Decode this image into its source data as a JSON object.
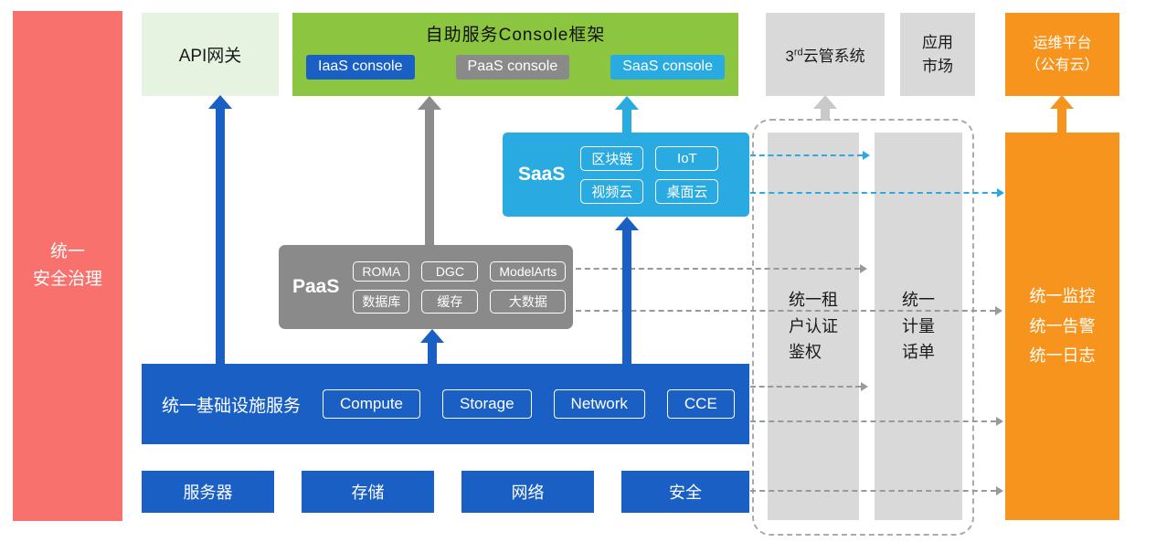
{
  "colors": {
    "red": "#F8716C",
    "lightgreen": "#E6F3E1",
    "green": "#8CC540",
    "blue": "#1A5FC4",
    "lightblue": "#29ABE2",
    "gray": "#8A8A8A",
    "lightgray": "#D9D9D9",
    "orange": "#F7941E",
    "dash": "#999999",
    "arrowlight": "#C9C9C9",
    "ink": "#1A1A1A"
  },
  "left": {
    "security_governance": "统一\n安全治理"
  },
  "top": {
    "api_gateway": "API网关",
    "console_framework": {
      "title": "自助服务Console框架",
      "iaas": "IaaS console",
      "paas": "PaaS console",
      "saas": "SaaS console"
    },
    "third_party_cmp": {
      "prefix": "3",
      "sup": "rd",
      "rest": "云管系统"
    },
    "app_market": "应用\n市场",
    "om_platform": "运维平台\n（公有云）"
  },
  "saas": {
    "label": "SaaS",
    "chips": [
      "区块链",
      "IoT",
      "视频云",
      "桌面云"
    ]
  },
  "paas": {
    "label": "PaaS",
    "chips": [
      "ROMA",
      "DGC",
      "ModelArts",
      "数据库",
      "缓存",
      "大数据"
    ]
  },
  "iaas": {
    "label": "统一基础设施服务",
    "chips": [
      "Compute",
      "Storage",
      "Network",
      "CCE"
    ]
  },
  "hardware": [
    "服务器",
    "存储",
    "网络",
    "安全"
  ],
  "right": {
    "tenant_auth": "统一租\n户认证\n鉴权",
    "metering": "统一\n计量\n话单",
    "monitoring": "统一监控\n统一告警\n统一日志"
  }
}
